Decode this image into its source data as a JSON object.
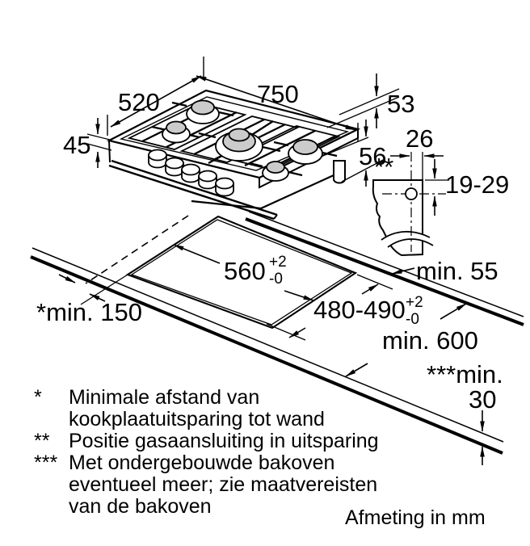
{
  "dimensions": {
    "width": "750",
    "depth": "520",
    "height": "45",
    "edge_profile": "53",
    "gas_connector_depth": "56",
    "gas_offset": "26",
    "gas_vertical_range": "19-29",
    "gas_ref": "**",
    "cutout_width": "560",
    "cutout_width_tol_plus": "+2",
    "cutout_width_tol_minus": "-0",
    "cutout_depth": "480-490",
    "cutout_depth_tol_plus": "+2",
    "cutout_depth_tol_minus": "-0",
    "min_rear": "min. 55",
    "min_side": "*min. 150",
    "min_worktop": "min. 600",
    "min_front_label": "***min.",
    "min_front_value": "30"
  },
  "footnotes": [
    {
      "ref": "*",
      "line1": "Minimale afstand van",
      "line2": "kookplaatuitsparing tot wand"
    },
    {
      "ref": "**",
      "line1": "Positie gasaansluiting in uitsparing"
    },
    {
      "ref": "***",
      "line1": "Met ondergebouwde bakoven",
      "line2": "eventueel meer; zie maatvereisten",
      "line3": "van de bakoven"
    }
  ],
  "caption": "Afmeting in mm",
  "colors": {
    "line": "#000000",
    "burner_cap": "#cbcbcb",
    "background": "#ffffff"
  }
}
